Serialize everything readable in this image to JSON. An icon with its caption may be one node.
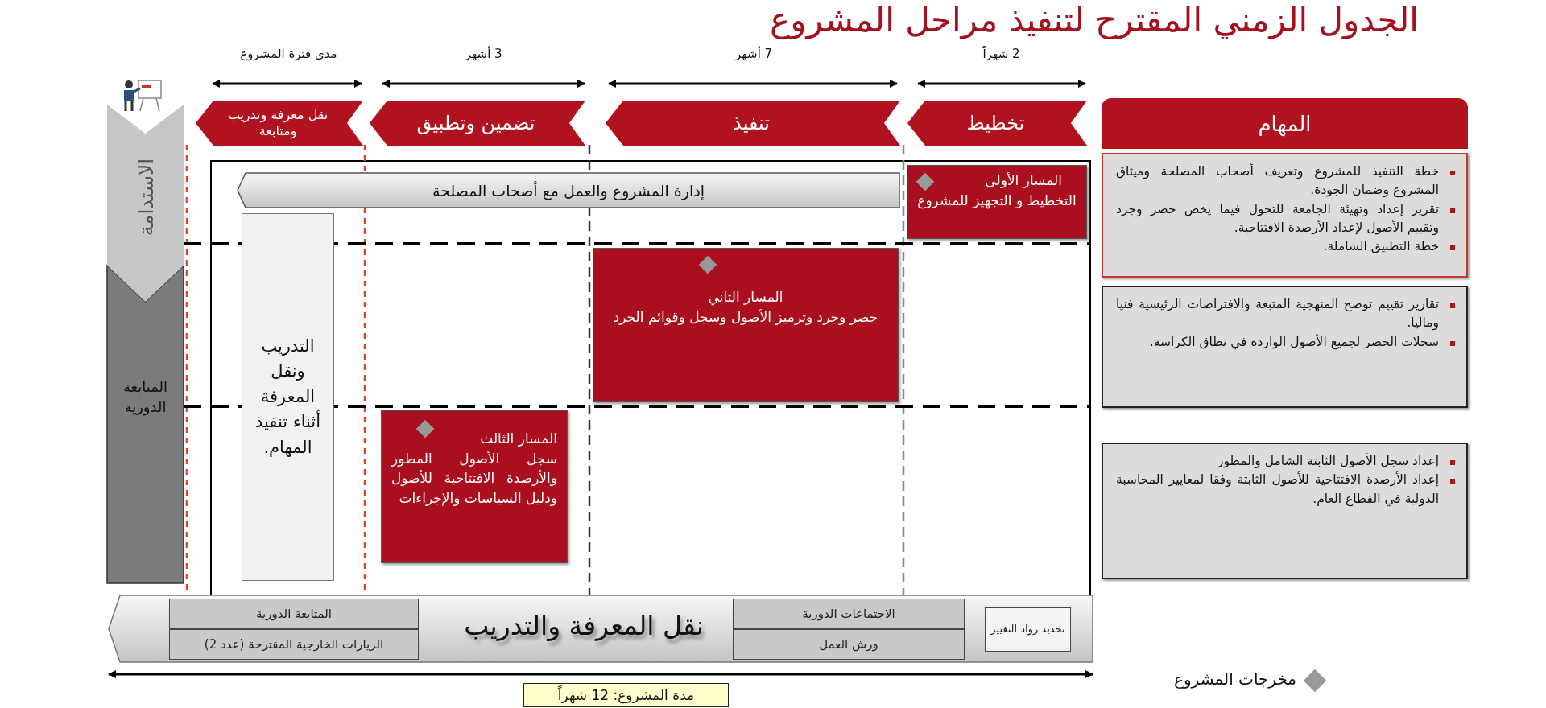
{
  "diagram": {
    "title": "الجدول الزمني المقترح لتنفيذ مراحل المشروع",
    "nodes": [
      {
        "text": [
          "تخطيط"
        ],
        "beside": [
          "2 شهراً"
        ]
      },
      {
        "text": [
          "تنفيذ"
        ],
        "beside": [
          "7 أشهر"
        ]
      },
      {
        "text": [
          "تضمين وتطبيق"
        ],
        "beside": [
          "3 أشهر"
        ]
      },
      {
        "text": [
          "نقل معرفة وتدريب ومتابعة"
        ],
        "beside": [
          "مدى فترة المشروع"
        ]
      },
      {
        "text": [
          "المهام"
        ]
      },
      {
        "text": [
          "خطة التنفيذ للمشروع وتعريف أصحاب المصلحة وميثاق المشروع وضمان الجودة.",
          "تقرير إعداد وتهيئة الجامعة للتحول فيما يخص حصر وجرد وتقييم الأصول لإعداد الأرصدة الافتتاحية.",
          "خطة التطبيق الشاملة."
        ]
      },
      {
        "text": [
          "تقارير تقييم توضح المنهجية المتبعة والافتراضات الرئيسية فنيا وماليا.",
          "سجلات الحصر لجميع الأصول الواردة في نطاق الكراسة."
        ]
      },
      {
        "text": [
          "إعداد سجل الأصول الثابتة الشامل والمطور",
          "إعداد الأرصدة الافتتاحية للأصول الثابتة وفقا لمعايير المحاسبة الدولية في القطاع العام."
        ]
      },
      {
        "text": [
          "الاستدامة"
        ]
      },
      {
        "text": [
          "المتابعة الدورية"
        ]
      },
      {
        "text": [
          "المسار الأولى",
          "التخطيط و التجهيز للمشروع"
        ]
      },
      {
        "text": [
          "إدارة المشروع والعمل مع أصحاب المصلحة"
        ]
      },
      {
        "text": [
          "المسار الثاني",
          "حصر وجرد وترميز الأصول وسجل وقوائم الجرد"
        ]
      },
      {
        "text": [
          "التدريب ونقل المعرفة أثناء تنفيذ المهام."
        ]
      },
      {
        "text": [
          "المسار الثالث",
          "سجل الأصول المطور والأرصدة الافتتاحية للأصول ودليل السياسات والإجراءات"
        ]
      },
      {
        "text": [
          "نقل المعرفة والتدريب"
        ]
      },
      {
        "text": [
          "تحديد رواد التغيير"
        ],
        "in": 15
      },
      {
        "text": [
          "الاجتماعات الدورية"
        ],
        "in": 15
      },
      {
        "text": [
          "ورش العمل"
        ],
        "in": 15
      },
      {
        "text": [
          "المتابعة الدورية"
        ],
        "in": 15
      },
      {
        "text": [
          "الزيارات الخارجية المقترحة (عدد 2)"
        ],
        "in": 15
      },
      {
        "text": [
          "مدة المشروع: 12 شهراً"
        ]
      }
    ],
    "legend": [
      {
        "text": "مخرجات المشروع"
      }
    ]
  }
}
